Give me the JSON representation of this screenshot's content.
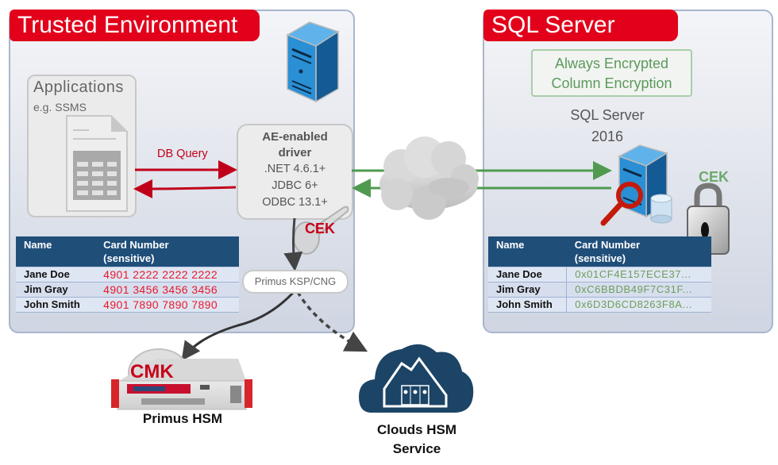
{
  "trusted_environment": {
    "title": "Trusted Environment",
    "applications": {
      "title": "Applications",
      "subtitle": "e.g. SSMS"
    },
    "db_query_label": "DB Query",
    "driver": {
      "title_line1": "AE-enabled",
      "title_line2": "driver",
      "versions": [
        ".NET 4.6.1+",
        "JDBC 6+",
        "ODBC 13.1+"
      ]
    },
    "cek_label": "CEK",
    "provider_label": "Primus KSP/CNG",
    "table": {
      "headers": [
        "Name",
        "Card Number",
        "(sensitive)"
      ],
      "rows": [
        {
          "name": "Jane Doe",
          "value": "4901 2222 2222 2222"
        },
        {
          "name": "Jim Gray",
          "value": "4901 3456 3456 3456"
        },
        {
          "name": "John Smith",
          "value": "4901 7890 7890 7890"
        }
      ]
    }
  },
  "sql_server": {
    "title": "SQL Server",
    "ae_box": {
      "line1": "Always Encrypted",
      "line2": "Column Encryption"
    },
    "server_label_line1": "SQL Server",
    "server_label_line2": "2016",
    "cek_label": "CEK",
    "table": {
      "headers": [
        "Name",
        "Card Number",
        "(sensitive)"
      ],
      "rows": [
        {
          "name": "Jane Doe",
          "value": "0x01CF4E157ECE37..."
        },
        {
          "name": "Jim Gray",
          "value": "0xC6BBDB49F7C31F..."
        },
        {
          "name": "John Smith",
          "value": "0x6D3D6CD8263F8A..."
        }
      ]
    }
  },
  "primus_hsm": {
    "label": "Primus HSM",
    "cmk_label": "CMK"
  },
  "clouds_hsm": {
    "label_line1": "Clouds HSM",
    "label_line2": "Service"
  },
  "colors": {
    "brand_red": "#e2001a",
    "table_header": "#1f4e79",
    "plaintext_red": "#e8192c",
    "ciphertext_green": "#6e9e5a",
    "network_green": "#4f9a4f",
    "server_blue": "#2a8fd4",
    "cloud_navy": "#1c4466"
  }
}
